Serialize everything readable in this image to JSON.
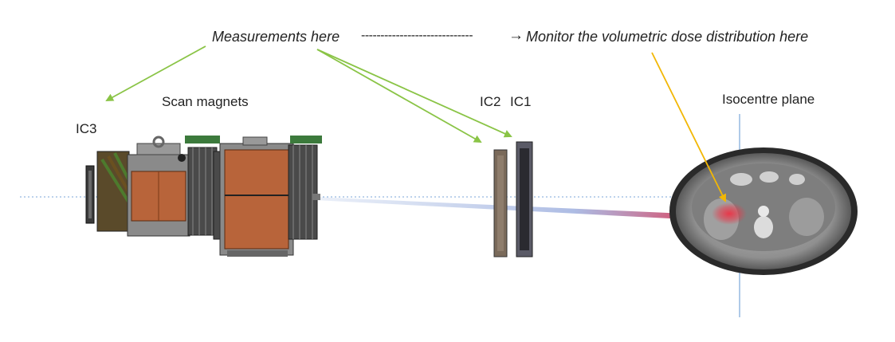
{
  "annotations": {
    "measurements": "Measurements here",
    "dashes": "-----------------------------",
    "arrow": "→",
    "monitor": "Monitor the volumetric dose distribution here"
  },
  "labels": {
    "scan_magnets": "Scan magnets",
    "ic3": "IC3",
    "ic2": "IC2",
    "ic1": "IC1",
    "isocentre": "Isocentre plane"
  },
  "colors": {
    "arrow_green": "#8ac446",
    "arrow_orange": "#f2b705",
    "beam_axis": "#7aa6d8",
    "magnet_copper": "#b8643a",
    "dose_red": "#e8384a"
  }
}
